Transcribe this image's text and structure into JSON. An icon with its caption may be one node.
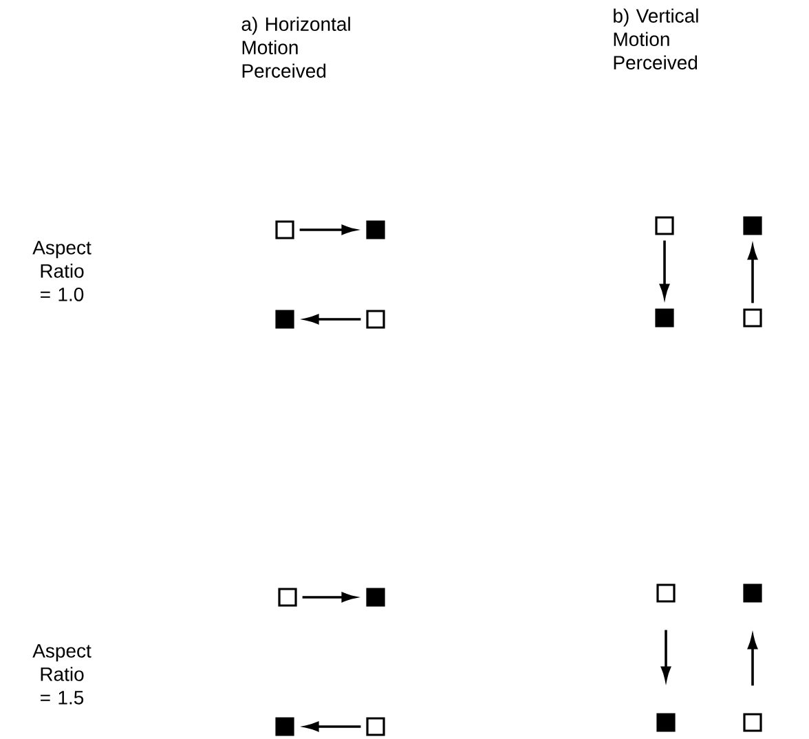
{
  "diagram": {
    "nodes": [
      {
        "text": [],
        "shape": "box"
      },
      {
        "text": [],
        "shape": "box"
      },
      {
        "text": [],
        "shape": "box"
      },
      {
        "text": [],
        "shape": "box"
      },
      {
        "text": [],
        "shape": "box"
      },
      {
        "text": [],
        "shape": "box"
      },
      {
        "text": [],
        "shape": "box"
      },
      {
        "text": [],
        "shape": "box"
      },
      {
        "text": [],
        "shape": "box"
      },
      {
        "text": [],
        "shape": "box"
      },
      {
        "text": [],
        "shape": "box"
      },
      {
        "text": [],
        "shape": "box"
      },
      {
        "text": [],
        "shape": "box"
      },
      {
        "text": [],
        "shape": "box"
      },
      {
        "text": [],
        "shape": "box"
      },
      {
        "text": [],
        "shape": "box"
      }
    ],
    "edges": [
      {
        "from": 0,
        "to": 1,
        "arrow": "to"
      },
      {
        "from": 5,
        "to": 4,
        "arrow": "to"
      },
      {
        "from": 2,
        "to": 6,
        "arrow": "to"
      },
      {
        "from": 7,
        "to": 3,
        "arrow": "to"
      },
      {
        "from": 8,
        "to": 9,
        "arrow": "to"
      },
      {
        "from": 13,
        "to": 12,
        "arrow": "to"
      },
      {
        "from": 10,
        "to": 14,
        "arrow": "to"
      },
      {
        "from": 15,
        "to": 11,
        "arrow": "to"
      }
    ],
    "labels": [
      "a) Horizontal Motion Perceived",
      "b) Vertical Motion Perceived",
      "Aspect Ratio = 1.0",
      "Aspect Ratio = 1.5"
    ]
  }
}
